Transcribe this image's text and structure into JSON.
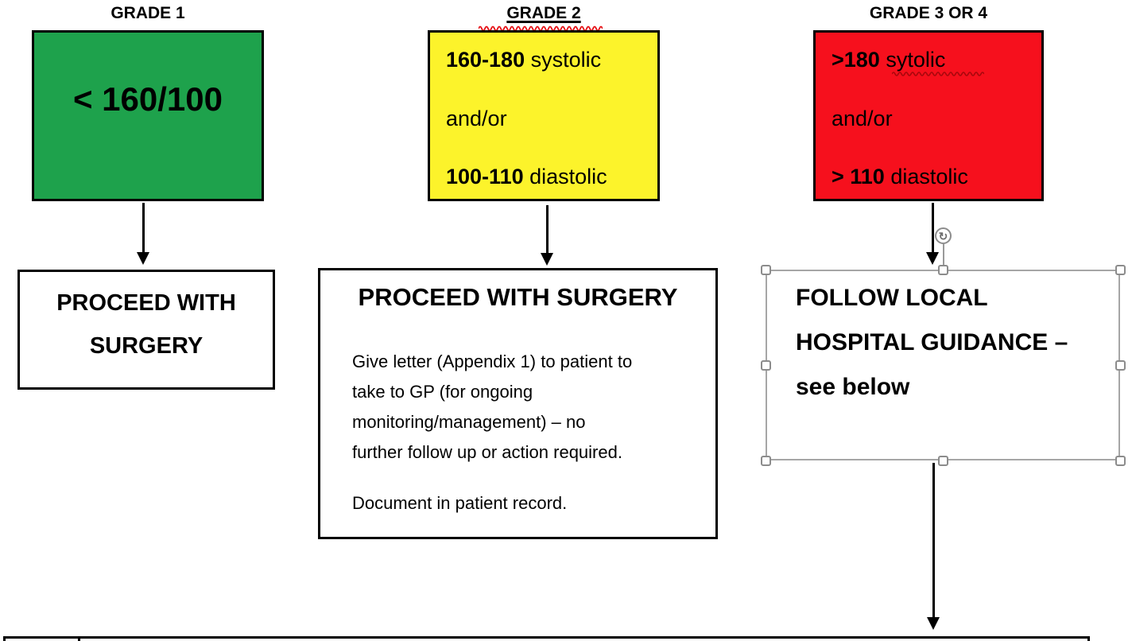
{
  "flowchart": {
    "grade1": {
      "title": "GRADE 1",
      "value": "< 160/100",
      "color": "#1EA24C"
    },
    "grade2": {
      "title": "GRADE 2",
      "color": "#FCF32B",
      "lines": [
        {
          "bold": "160-180",
          "rest": " systolic"
        },
        {
          "bold": "",
          "rest": "and/or"
        },
        {
          "bold": "100-110",
          "rest": " diastolic"
        }
      ]
    },
    "grade34": {
      "title": "GRADE 3 OR 4",
      "color": "#F6101D",
      "lines": [
        {
          "bold": ">180",
          "rest": " sytolic"
        },
        {
          "bold": "",
          "rest": "and/or"
        },
        {
          "bold": "> 110",
          "rest": " diastolic"
        }
      ]
    },
    "outcome1": {
      "lines": [
        "PROCEED WITH",
        "SURGERY"
      ]
    },
    "outcome2": {
      "title": "PROCEED WITH SURGERY",
      "body_lines": [
        "Give letter (Appendix 1) to patient to",
        "take to GP (for ongoing",
        "monitoring/management) – no",
        "further follow up or action required."
      ],
      "footer": "Document in patient record."
    },
    "outcome3": {
      "lines": [
        "FOLLOW LOCAL",
        "HOSPITAL GUIDANCE –",
        "see below"
      ]
    }
  },
  "icons": {
    "rotate_glyph": "↻"
  },
  "colors": {
    "grade1_green": "#1EA24C",
    "grade2_yellow": "#FCF32B",
    "grade34_red": "#F6101D",
    "box_border": "#000000",
    "selection_gray": "#A6A6A6",
    "spellcheck_red": "#E50E13"
  }
}
